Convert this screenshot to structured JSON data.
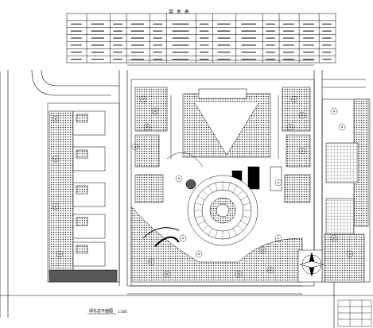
{
  "legend": {
    "title": "苗 木 表",
    "columns": 13,
    "rows": 7
  },
  "drawing": {
    "caption": "绿化总平面图",
    "scale": "1:300"
  },
  "colors": {
    "line": "#000000",
    "background": "#ffffff",
    "hatch": "#222222"
  },
  "icons": {
    "compass": "north-arrow-icon",
    "plaza": "circular-fountain-icon"
  }
}
